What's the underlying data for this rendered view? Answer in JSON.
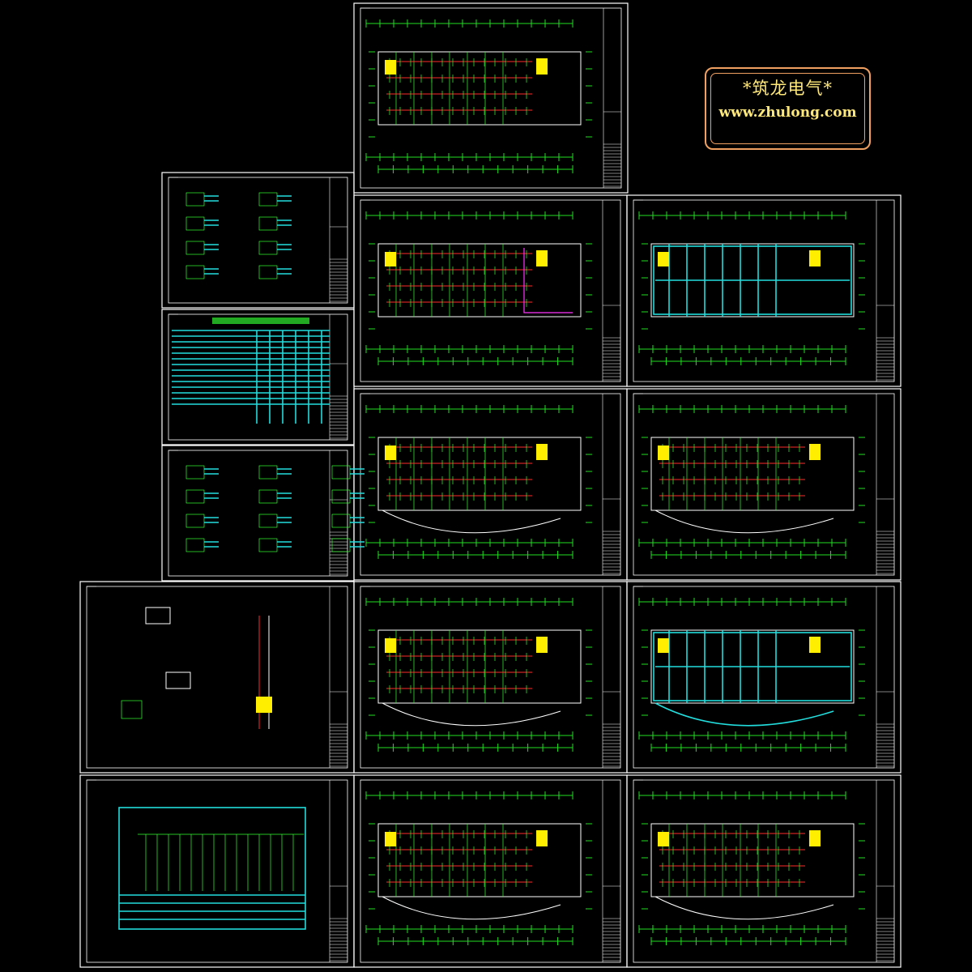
{
  "logo": {
    "title": "*筑龙电气*",
    "url": "www.zhulong.com",
    "border_color": "#f0a060",
    "text_color": "#ffe87a"
  },
  "colors": {
    "background": "#000000",
    "frame": "#ffffff",
    "axis_grid": "#22dd22",
    "power_wiring": "#ff2a2a",
    "lighting_wiring": "#33ff33",
    "grounding": "#22dddd",
    "stair": "#ffee00",
    "highlight": "#ff33ff"
  },
  "sheets": [
    {
      "id": "floor-plan-top",
      "kind": "plan"
    },
    {
      "id": "system-diagram-1",
      "kind": "system"
    },
    {
      "id": "equipment-table",
      "kind": "table"
    },
    {
      "id": "system-diagram-2",
      "kind": "system"
    },
    {
      "id": "detail-drawing",
      "kind": "detail"
    },
    {
      "id": "riser-diagram",
      "kind": "riser"
    },
    {
      "id": "floor-plan-2",
      "kind": "plan"
    },
    {
      "id": "grounding-plan",
      "kind": "grounding"
    },
    {
      "id": "floor-plan-3",
      "kind": "plan"
    },
    {
      "id": "floor-plan-3b",
      "kind": "plan"
    },
    {
      "id": "floor-plan-4",
      "kind": "plan"
    },
    {
      "id": "grounding-plan-2",
      "kind": "grounding"
    },
    {
      "id": "floor-plan-5",
      "kind": "plan"
    },
    {
      "id": "floor-plan-6",
      "kind": "plan"
    }
  ]
}
